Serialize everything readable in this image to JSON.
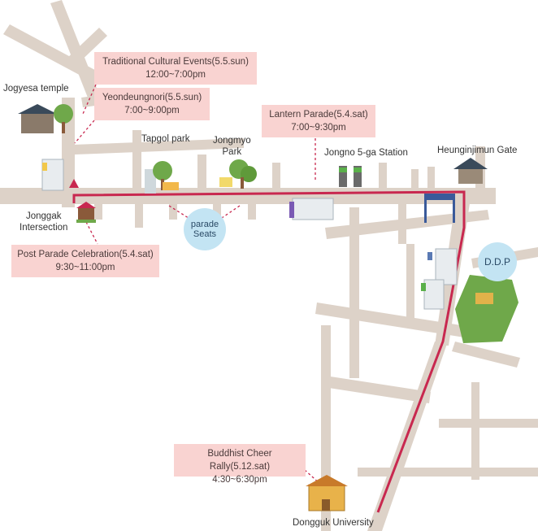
{
  "places": {
    "jogyesa": "Jogyesa temple",
    "tapgol": "Tapgol park",
    "jongmyo_line1": "Jongmyo",
    "jongmyo_line2": "Park",
    "jongno5ga": "Jongno 5-ga Station",
    "heunginjimun": "Heunginjimun Gate",
    "jonggak_line1": "Jonggak",
    "jonggak_line2": "Intersection",
    "dongguk": "Dongguk University",
    "ddp": "D.D.P"
  },
  "events": {
    "traditional": {
      "title": "Traditional Cultural Events(5.5.sun)",
      "time": "12:00~7:00pm"
    },
    "yeondeungnori": {
      "title": "Yeondeungnori(5.5.sun)",
      "time": "7:00~9:00pm"
    },
    "lantern": {
      "title": "Lantern Parade(5.4.sat)",
      "time": "7:00~9:30pm"
    },
    "post_parade": {
      "title": "Post Parade Celebration(5.4.sat)",
      "time": "9:30~11:00pm"
    },
    "cheer_rally": {
      "title": "Buddhist Cheer Rally(5.12.sat)",
      "time": "4:30~6:30pm"
    }
  },
  "seats": {
    "line1": "parade",
    "line2": "Seats"
  },
  "colors": {
    "road": "#ddd2c8",
    "route": "#c8284f",
    "callout": "#f9d3d1",
    "seats": "#c3e4f3",
    "park": "#6fa84a"
  }
}
